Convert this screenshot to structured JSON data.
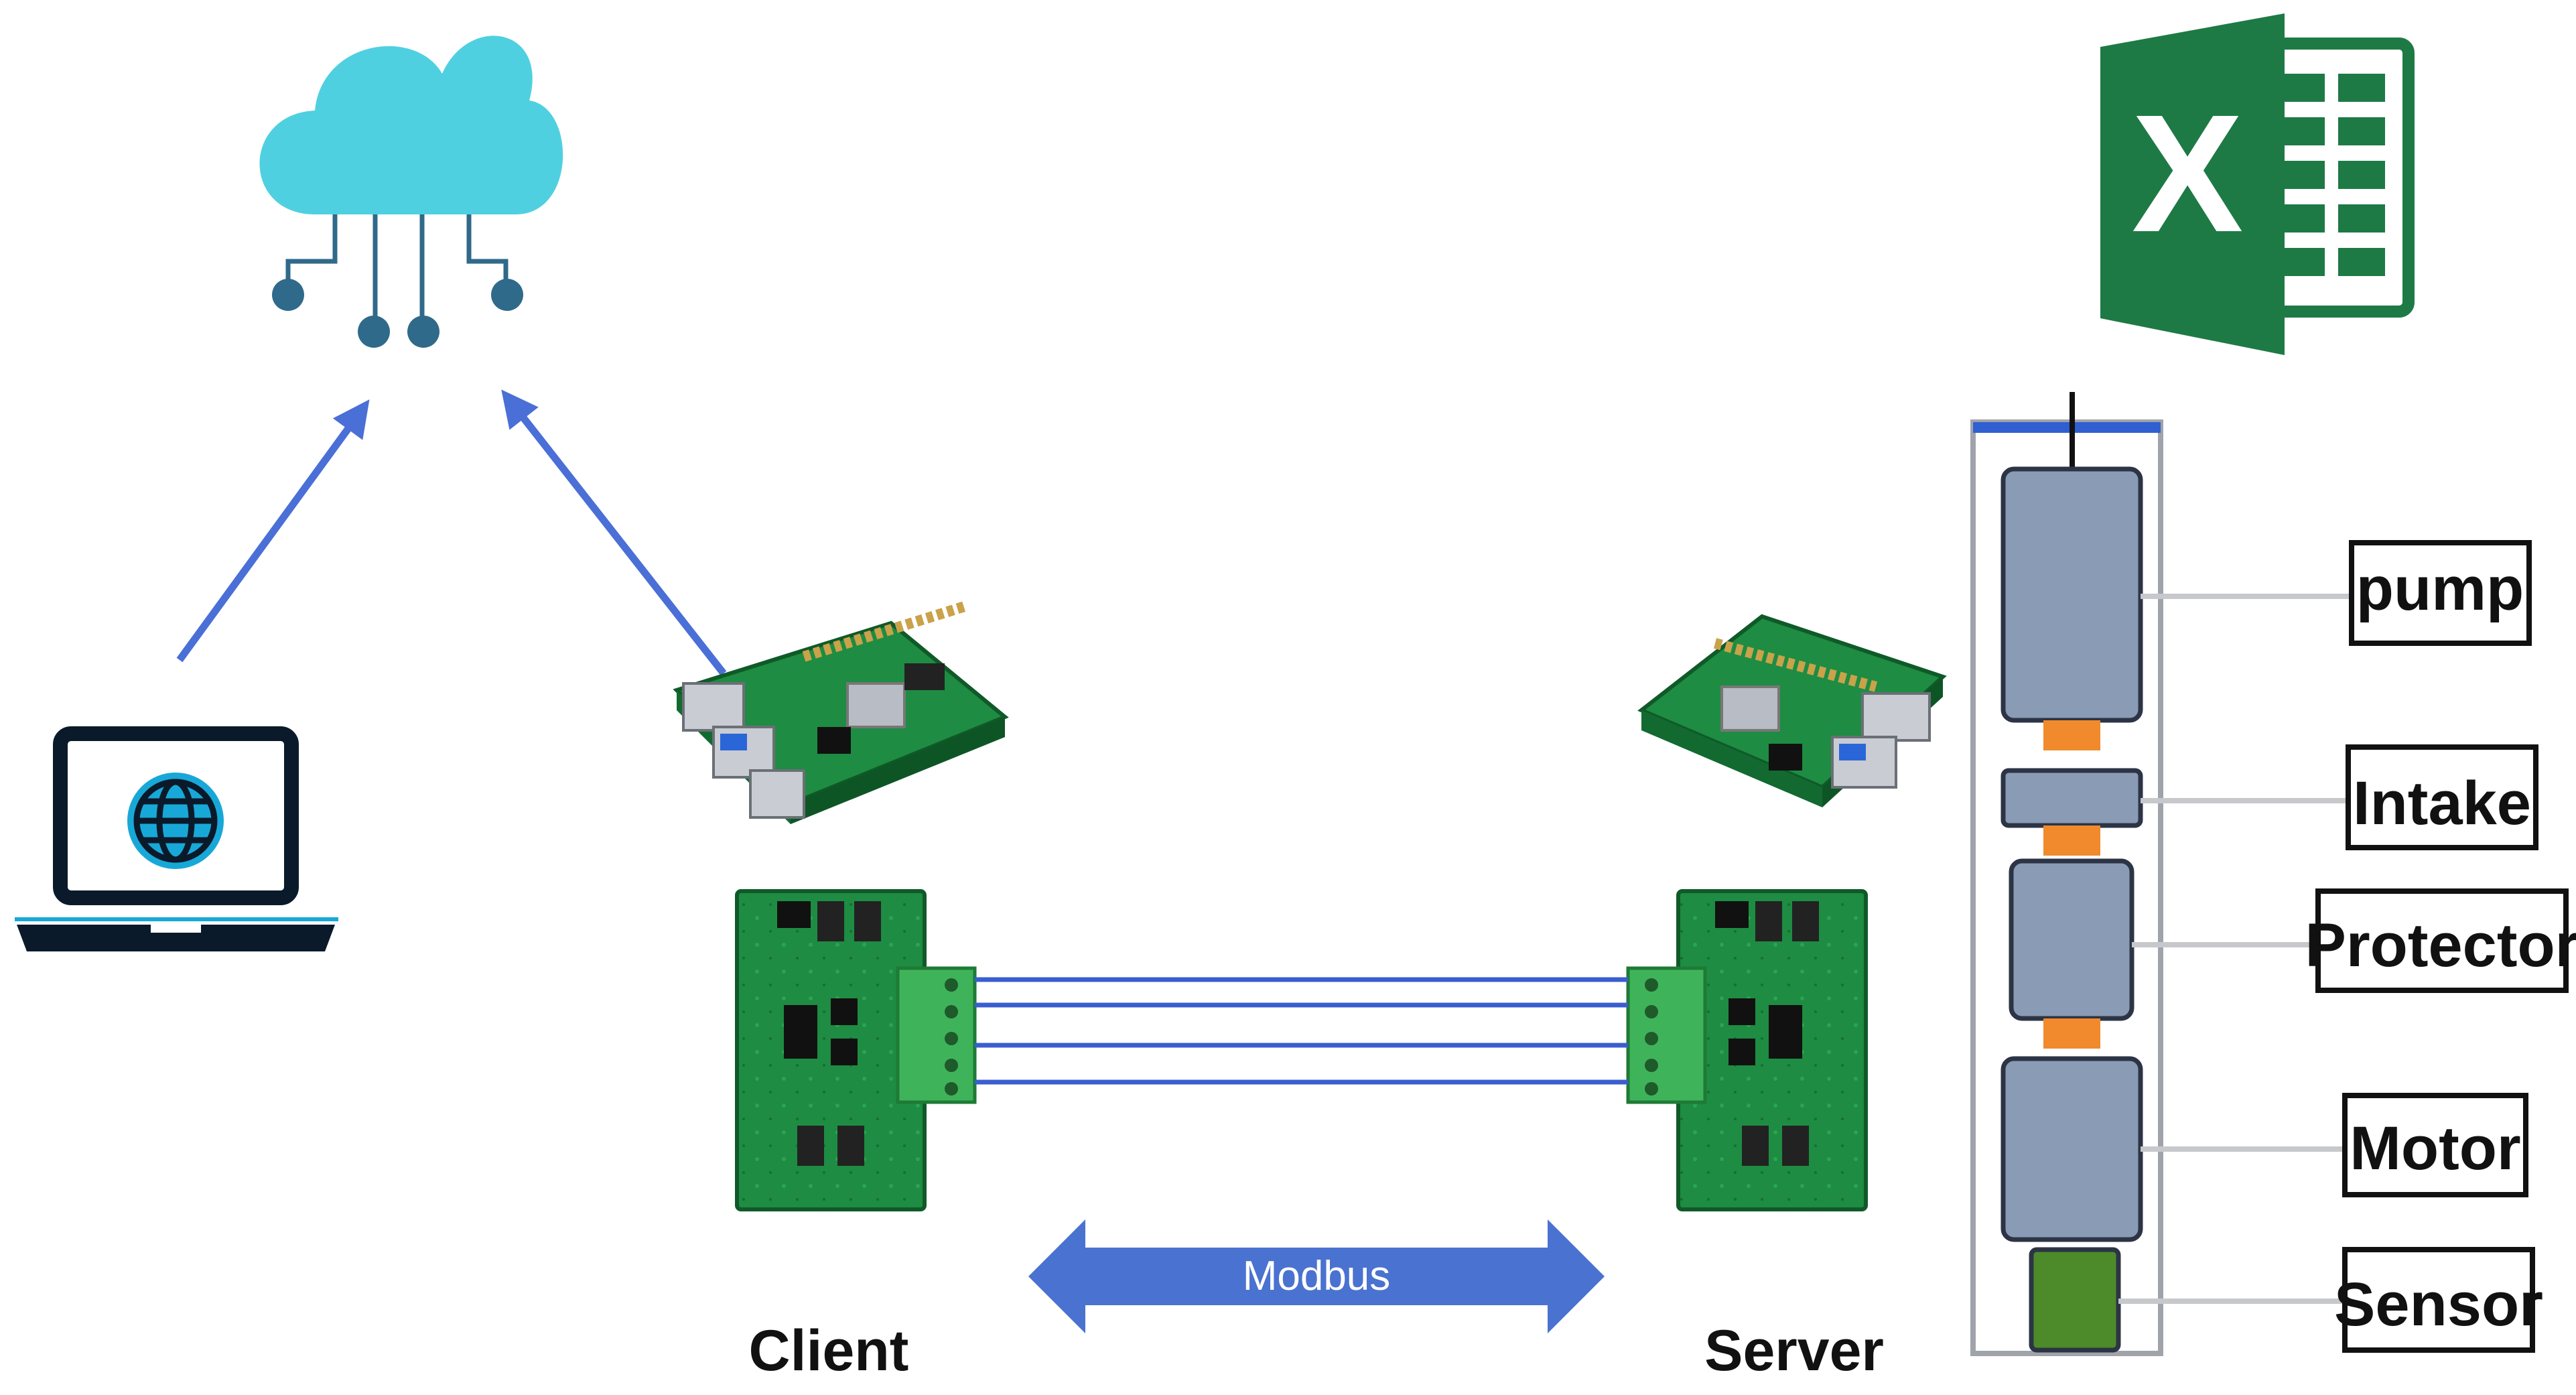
{
  "nodes": {
    "cloud": {
      "icon": "cloud-icon"
    },
    "laptop": {
      "icon": "laptop-globe-icon"
    },
    "excel": {
      "icon": "excel-icon",
      "letter": "X"
    },
    "client": {
      "label": "Client",
      "icon": "raspberry-pi-board-icon"
    },
    "server": {
      "label": "Server",
      "icon": "raspberry-pi-board-icon"
    }
  },
  "link": {
    "label": "Modbus"
  },
  "esp_components": [
    {
      "label": "pump"
    },
    {
      "label": "Intake"
    },
    {
      "label": "Protector"
    },
    {
      "label": "Motor"
    },
    {
      "label": "Sensor"
    }
  ],
  "colors": {
    "arrow": "#4a6fd6",
    "modbus_arrow": "#4a72d0",
    "cloud": "#4fd0e0",
    "cloud_nodes": "#2f6a8a",
    "laptop": "#0a1a2a",
    "laptop_accent": "#18a8d8",
    "excel": "#1e7a45",
    "pcb": "#1e8c42",
    "terminal": "#3fb35a",
    "esp_body": "#8a9bb5",
    "esp_coupling": "#f08a2c",
    "sensor": "#4d8a2a",
    "wire": "#3a5ed0"
  }
}
